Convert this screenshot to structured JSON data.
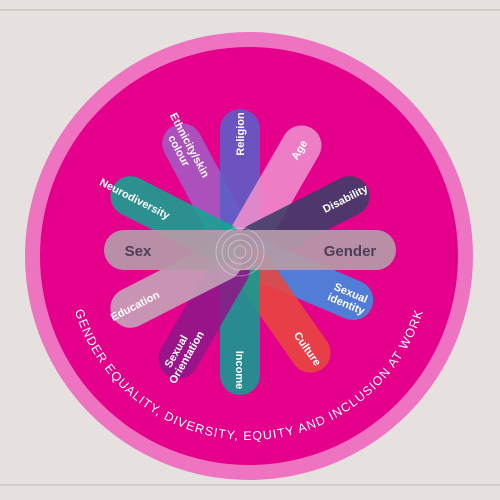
{
  "colors": {
    "background": "#e6e1de",
    "outer_ring": "#ee73c1",
    "disc": "#e5008c",
    "ring_text": "#ffffff"
  },
  "ring_text": "GENDER EQUALITY, DIVERSITY, EQUITY AND INCLUSION AT WORK",
  "petals": [
    {
      "label": "Ethnicity/skin colour",
      "color": "#a45bc4",
      "icon": "petal"
    },
    {
      "label": "Religion",
      "color": "#5b5fc7",
      "icon": "petal"
    },
    {
      "label": "Age",
      "color": "#ee8fcd",
      "icon": "petal"
    },
    {
      "label": "Disability",
      "color": "#3a3e66",
      "icon": "petal"
    },
    {
      "label": "Sexual identity",
      "color": "#3d8ee0",
      "icon": "petal"
    },
    {
      "label": "Culture",
      "color": "#e8473f",
      "icon": "petal"
    },
    {
      "label": "Income",
      "color": "#0f9e92",
      "icon": "petal"
    },
    {
      "label": "Sexual Orientation",
      "color": "#8e1787",
      "icon": "petal"
    },
    {
      "label": "Education",
      "color": "#c5a7b8",
      "icon": "petal"
    },
    {
      "label": "Neurodiversity",
      "color": "#12a491",
      "icon": "petal"
    }
  ],
  "center_bar": {
    "left_label": "Sex",
    "right_label": "Gender",
    "color": "#b59aa8",
    "text_color": "#4d3f57"
  }
}
